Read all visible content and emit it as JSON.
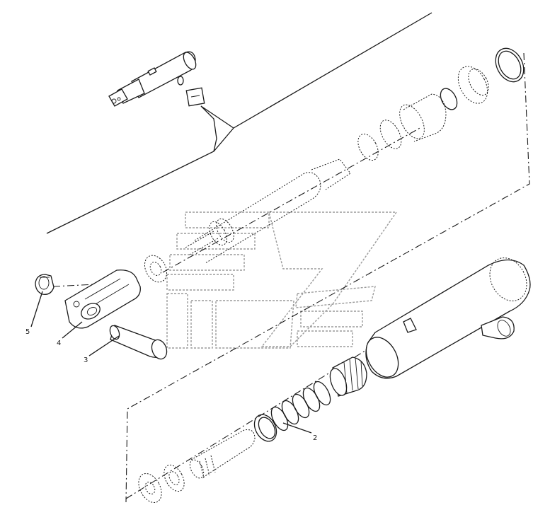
{
  "callouts": [
    {
      "id": "5",
      "label": "5"
    },
    {
      "id": "4",
      "label": "4"
    },
    {
      "id": "3",
      "label": "3"
    },
    {
      "id": "2",
      "label": "2"
    }
  ],
  "colors": {
    "ink": "#1a1a1a",
    "watermark": "#9a9a9a",
    "background": "#ffffff"
  }
}
